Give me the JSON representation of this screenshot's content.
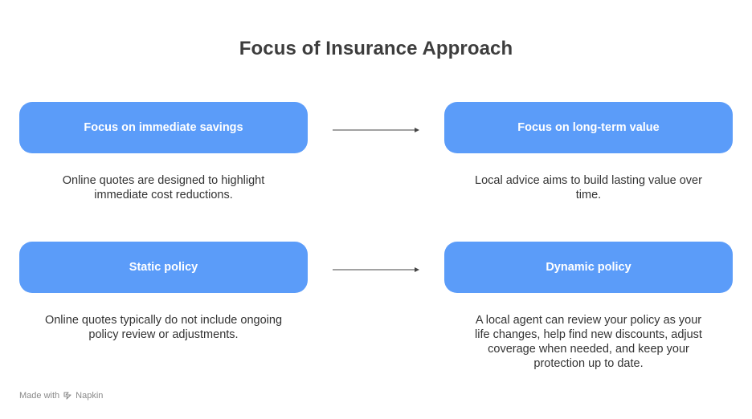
{
  "title": "Focus of Insurance Approach",
  "rows": [
    {
      "left": {
        "label": "Focus on immediate savings",
        "description": "Online quotes are designed to highlight immediate cost reductions."
      },
      "right": {
        "label": "Focus on long-term value",
        "description": "Local advice aims to build lasting value over time."
      }
    },
    {
      "left": {
        "label": "Static policy",
        "description": "Online quotes typically do not include ongoing policy review or adjustments."
      },
      "right": {
        "label": "Dynamic policy",
        "description": "A local agent can review your policy as your life changes, help find new discounts, adjust coverage when needed, and keep your protection up to date."
      }
    }
  ],
  "footer": {
    "made_with": "Made with",
    "brand": "Napkin"
  },
  "colors": {
    "pill": "#5b9cf9",
    "title": "#3d3d3d",
    "text": "#333333",
    "arrow": "#444444"
  }
}
